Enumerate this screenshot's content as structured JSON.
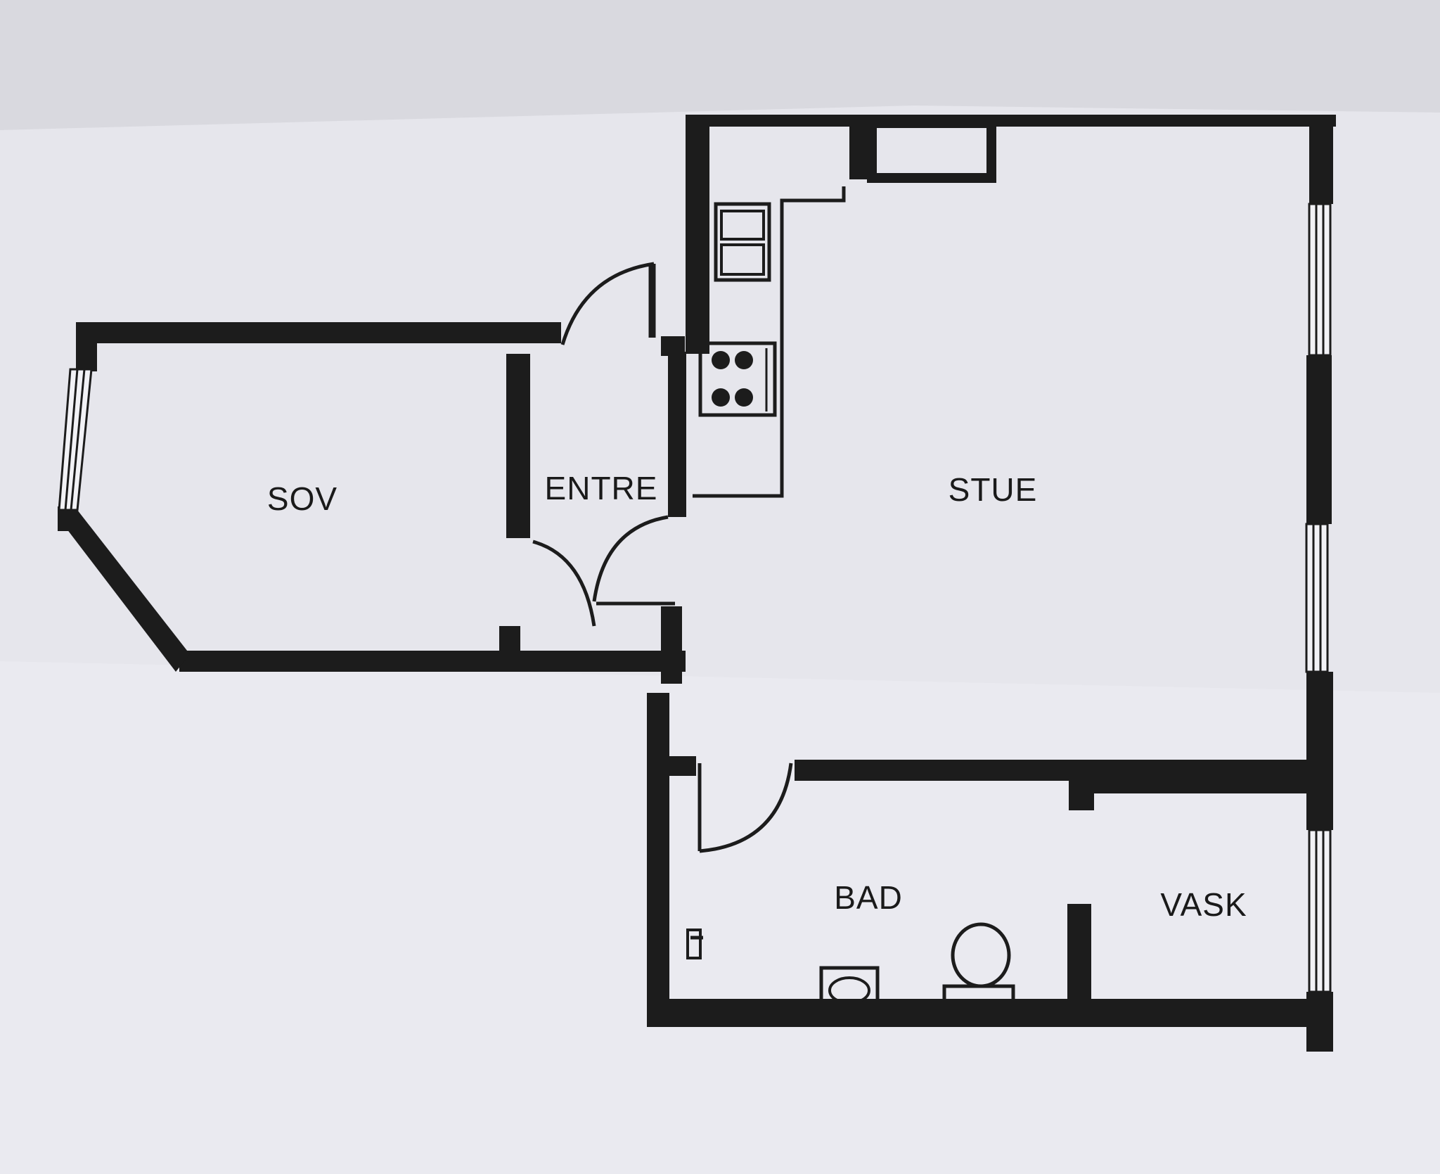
{
  "rooms": {
    "sov": "SOV",
    "entre": "ENTRE",
    "stue": "STUE",
    "bad": "BAD",
    "vask": "VASK"
  },
  "colors": {
    "paper": "#e4e4ea",
    "ink": "#1c1c1c"
  }
}
